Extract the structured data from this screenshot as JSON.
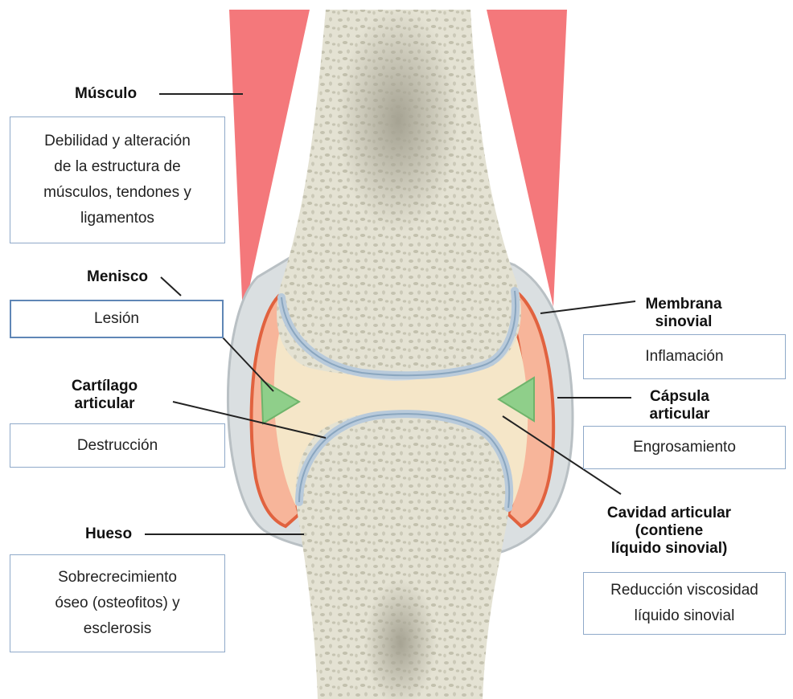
{
  "colors": {
    "muscle": "#f4787b",
    "bone": "#e7e6d9",
    "bone_pore": "#c9c7b5",
    "cartilage": "#bccddf",
    "synovial_membrane": "#ea7a5b",
    "joint_fluid": "#f5e6c8",
    "capsule": "#cfd4d6",
    "meniscus": "#8fcf8a",
    "box_border": "#8fa9c9"
  },
  "labels": {
    "musculo": "Músculo",
    "menisco": "Menisco",
    "cartilago": [
      "Cartílago",
      "articular"
    ],
    "hueso": "Hueso",
    "membrana": [
      "Membrana",
      "sinovial"
    ],
    "capsula": [
      "Cápsula",
      "articular"
    ],
    "cavidad": [
      "Cavidad articular",
      "(contiene",
      "líquido sinovial)"
    ]
  },
  "boxes": {
    "musculo": [
      "Debilidad y alteración",
      "de la estructura de",
      "músculos, tendones y",
      "ligamentos"
    ],
    "menisco": [
      "Lesión"
    ],
    "cartilago": [
      "Destrucción"
    ],
    "hueso": [
      "Sobrecrecimiento",
      "óseo (osteofitos) y",
      "esclerosis"
    ],
    "membrana": [
      "Inflamación"
    ],
    "capsula": [
      "Engrosamiento"
    ],
    "cavidad": [
      "Reducción viscosidad",
      "líquido sinovial"
    ]
  }
}
